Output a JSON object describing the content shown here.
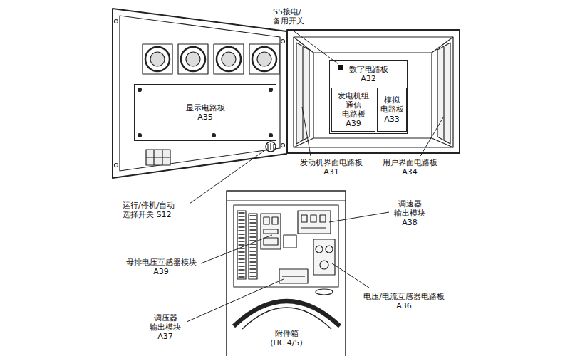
{
  "diagram": {
    "nodes": [
      {
        "text": [
          "显示电路板 A35"
        ]
      },
      {
        "text": [
          "数字电路板 A32"
        ]
      },
      {
        "text": [
          "发电机组 通信 电路板 A39"
        ],
        "in": 1
      },
      {
        "text": [
          "模拟 电路板 A33"
        ],
        "in": 1
      }
    ],
    "labels": [
      "S5接电/ 备用开关",
      "发动机界面电路板 A31",
      "用户界面电路板 A34",
      "运行/停机/自动 选择开关 S12",
      "调速器 输出模块 A38",
      "母排电压互感器模块 A39",
      "电压/电流互感器电路板 A36",
      "调压器 输出模块 A37",
      "附件箱 (HC 4/5)"
    ]
  }
}
